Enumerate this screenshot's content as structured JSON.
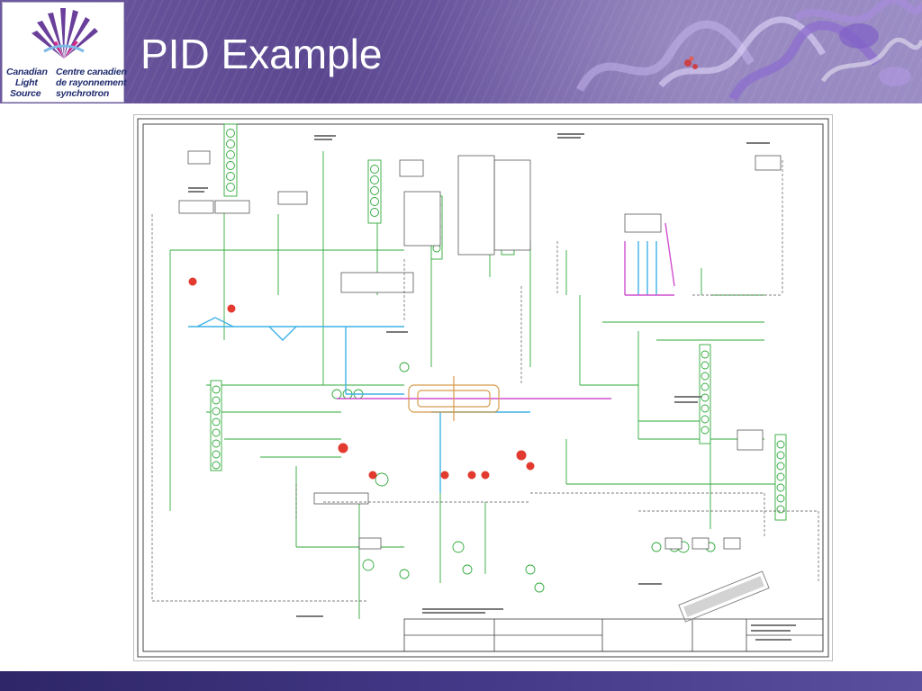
{
  "slide": {
    "title": "PID Example"
  },
  "logo": {
    "lines_en": [
      "Canadian",
      "Light",
      "Source"
    ],
    "lines_fr": [
      "Centre canadien",
      "de rayonnement",
      "synchrotron"
    ],
    "icon": "starburst-logo-icon"
  },
  "header": {
    "art": "protein-ribbon-illustration"
  },
  "diagram": {
    "kind": "piping-and-instrumentation-diagram",
    "colors": {
      "instrument_green": "#2faa3a",
      "cooling_cyan": "#3fb2e6",
      "process_magenta": "#d14fd0",
      "alarm_red": "#e23a2f",
      "cavity_orange": "#d79a4a",
      "linework_dark": "#404040"
    }
  },
  "theme": {
    "header_purple": "#5a4790",
    "footer_navy": "#2e2668"
  }
}
